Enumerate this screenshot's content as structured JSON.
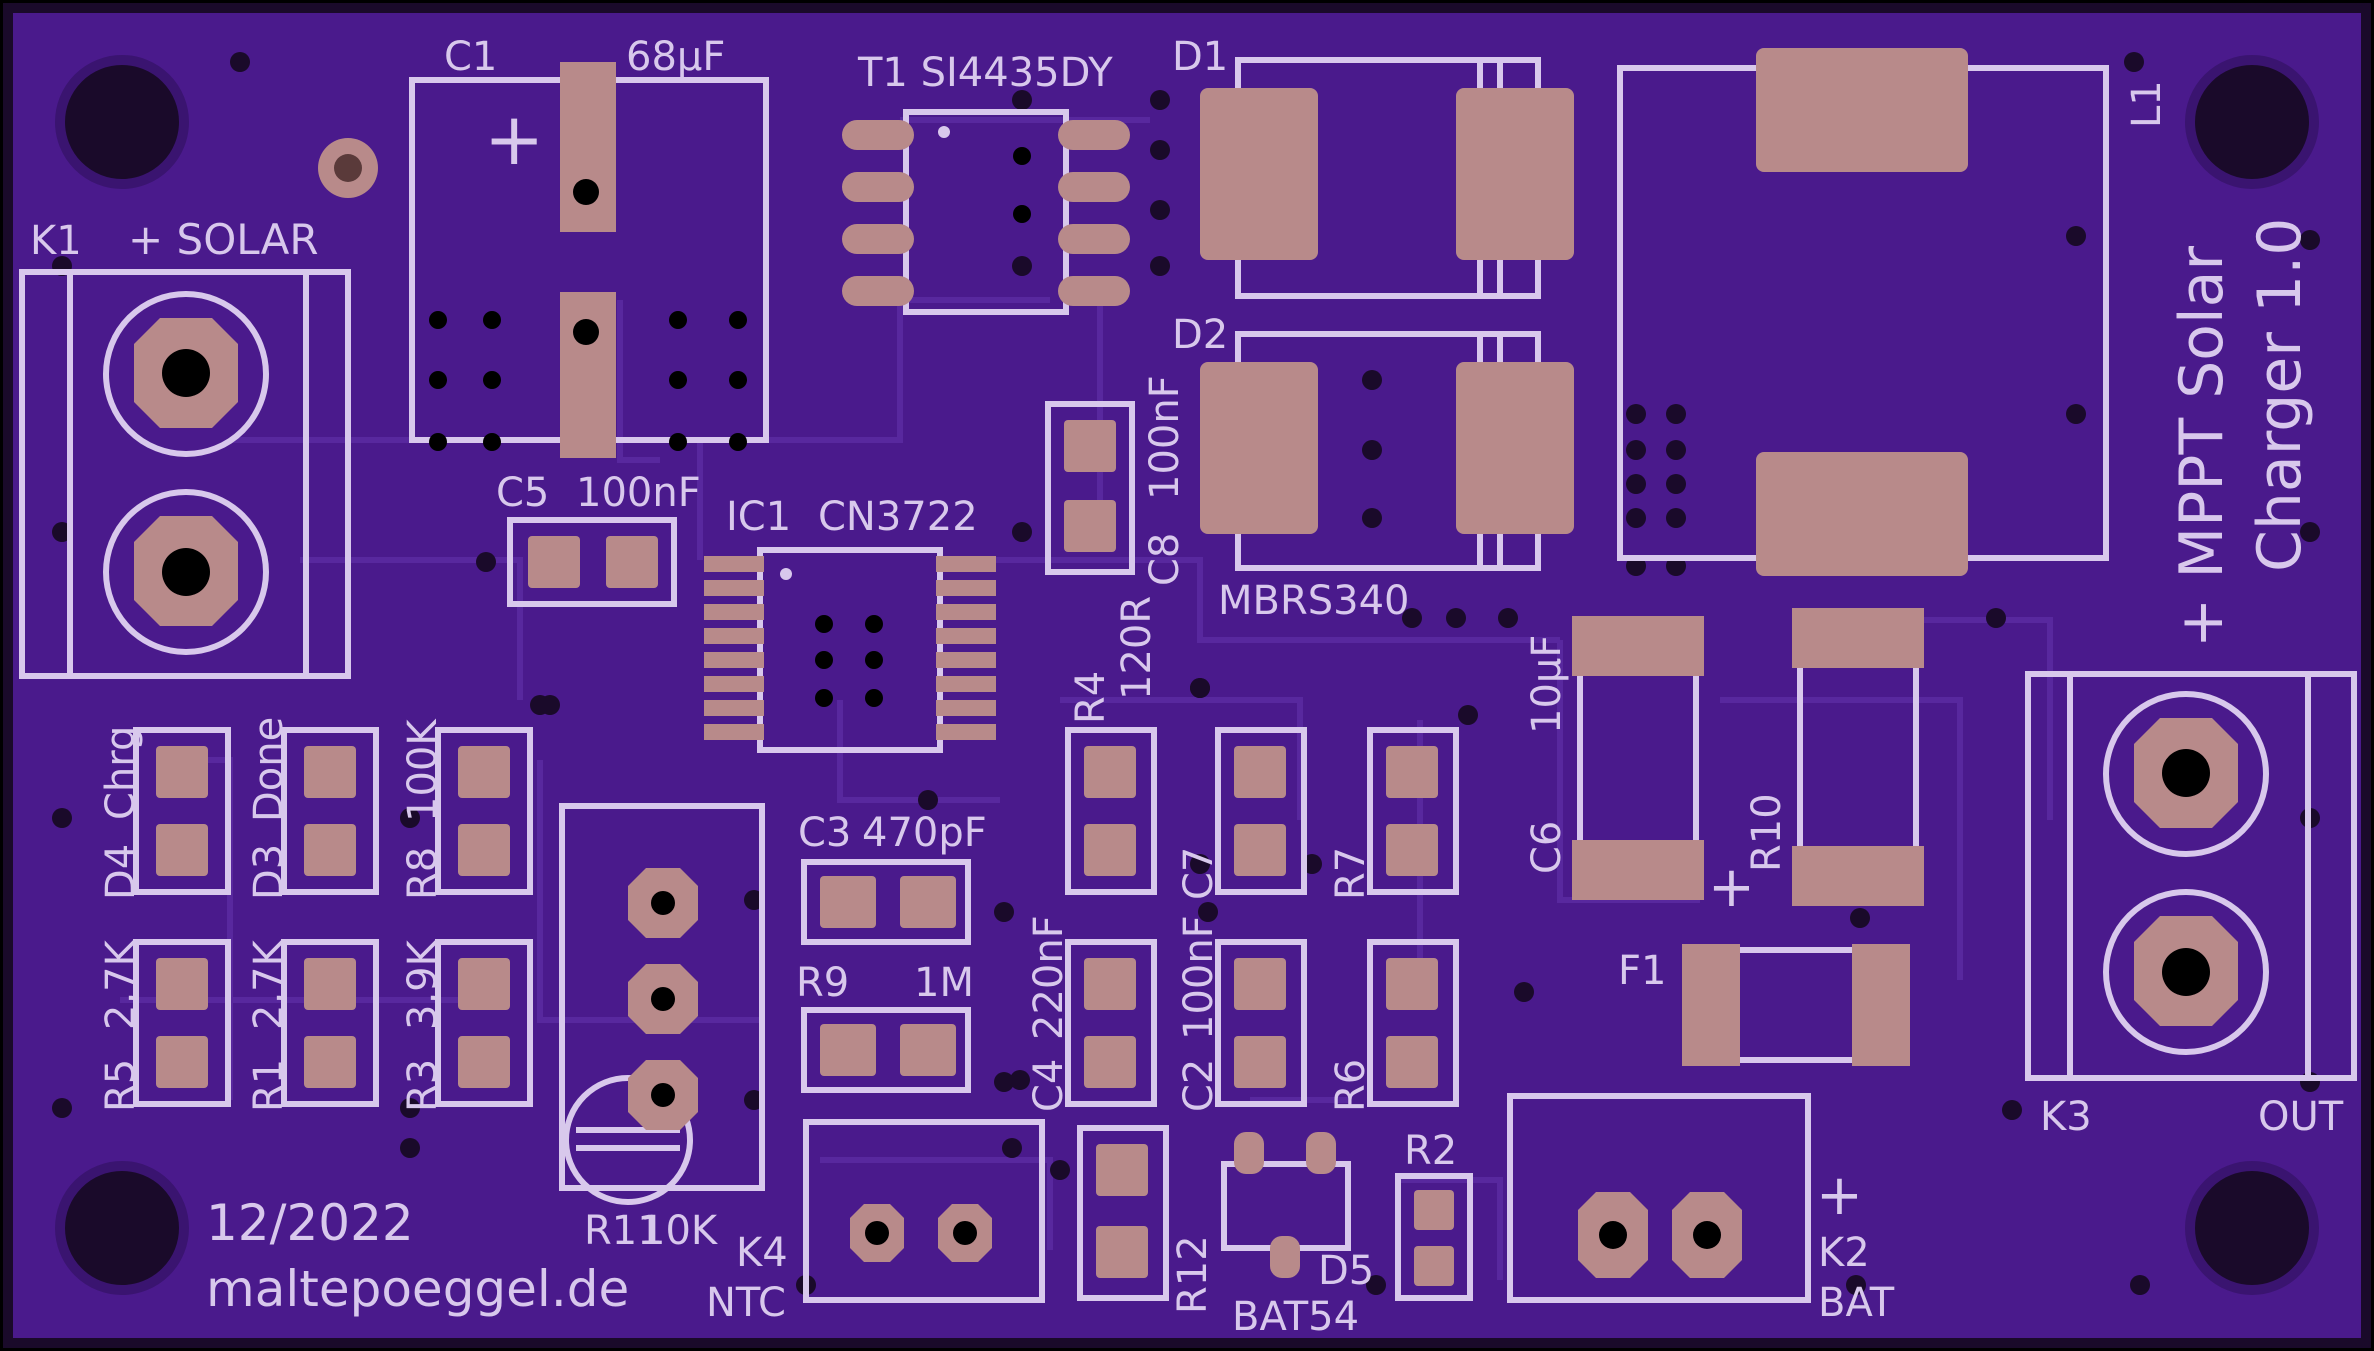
{
  "colors": {
    "board": "#4a1a8c",
    "copper": "#5a2aa0",
    "silk": "#d8c8ec",
    "pad": "#b88a8a",
    "hole": "#1a0a2a",
    "via": "#1a0a2a"
  },
  "labels": {
    "c1": "C1",
    "c1_value": "68µF",
    "t1": "T1 SI4435DY",
    "d1": "D1",
    "d2": "D2",
    "l1": "L1",
    "mbrs": "MBRS340",
    "k1": "K1",
    "solar": "+ SOLAR",
    "c5": "C5",
    "c5_value": "100nF",
    "ic1": "IC1",
    "ic1_value": "CN3722",
    "c8": "C8",
    "c8_value": "100nF",
    "title_line1": "+ MPPT Solar",
    "title_line2": "Charger 1.0",
    "c6": "C6",
    "c6_value": "10µF",
    "r10": "R10",
    "plus_c6": "+",
    "f1": "F1",
    "k3": "K3",
    "out": "OUT",
    "plus_out": "+",
    "d4": "D4",
    "chrg": "Chrg",
    "d3": "D3",
    "done": "Done",
    "r8": "R8",
    "r8_value": "100K",
    "r5": "R5",
    "r5_value": "2,7K",
    "r1": "R1",
    "r1_value": "2,7K",
    "r3": "R3",
    "r3_value": "3,9K",
    "c3": "C3",
    "c3_value": "470pF",
    "r9": "R9",
    "r9_value": "1M",
    "r4": "R4",
    "r4_value": "120R",
    "c7": "C7",
    "r7": "R7",
    "c4": "C4",
    "c4_value": "220nF",
    "c2": "C2",
    "c2_value": "100nF",
    "r6": "R6",
    "r2": "R2",
    "r11": "R11",
    "r11_value": "10K",
    "k4": "K4",
    "ntc": "NTC",
    "r12": "R12",
    "d5": "D5",
    "bat54": "BAT54",
    "k2": "K2",
    "bat": "BAT",
    "plus_bat": "+",
    "date": "12/2022",
    "website": "maltepoeggel.de"
  }
}
